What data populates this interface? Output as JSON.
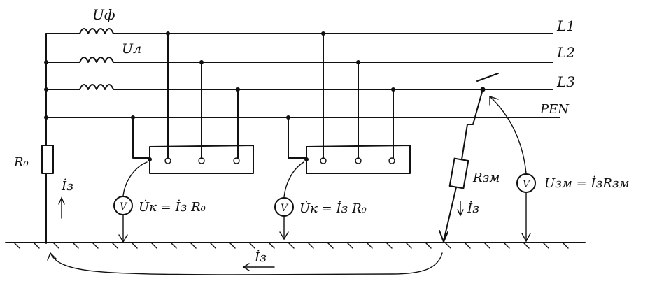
{
  "labels": {
    "phase_voltage": "Uф",
    "line_voltage": "Uл",
    "l1": "L1",
    "l2": "L2",
    "l3": "L3",
    "pen": "PEN",
    "r0": "R₀",
    "ground_current_left": "İз",
    "touch_voltage_1": "U̇к = İз R₀",
    "touch_voltage_2": "U̇к = İз R₀",
    "fault_resistance": "Rзм",
    "fault_current": "İз",
    "fault_voltage": "Uзм = İзRзм",
    "ground_current_bottom": "İз",
    "voltmeter": "V"
  }
}
